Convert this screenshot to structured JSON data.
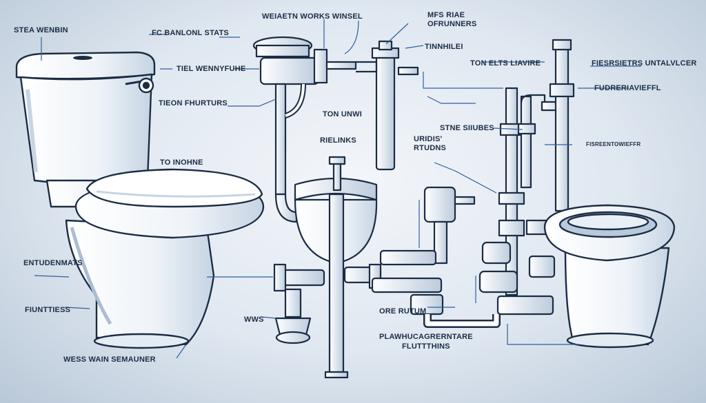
{
  "labels": [
    {
      "id": "l1",
      "text": "STEA WENBIN"
    },
    {
      "id": "l2",
      "text": "FC BANLONL STATS"
    },
    {
      "id": "l3",
      "text": "WEIAETN WORKS WINSEL"
    },
    {
      "id": "l4",
      "text": "MFS RIAE\nOFRUNNERS"
    },
    {
      "id": "l5",
      "text": "TINNHILEI"
    },
    {
      "id": "l6",
      "text": "TIEL WENNYFUHE"
    },
    {
      "id": "l7",
      "text": "TON ELTS LIAVIRE"
    },
    {
      "id": "l8",
      "text": "FIESRSIETRS UNTALVLCER"
    },
    {
      "id": "l9",
      "text": "FUDRERIAVIEFFL"
    },
    {
      "id": "l10",
      "text": "TIEON FHURTURS"
    },
    {
      "id": "l11",
      "text": "TON UNWI"
    },
    {
      "id": "l12",
      "text": "STNE SIIUBES"
    },
    {
      "id": "l13",
      "text": "RIELINKS"
    },
    {
      "id": "l14",
      "text": "URIDIS'\nRTUDNS"
    },
    {
      "id": "l15",
      "text": "FISREENTOWIEFFR"
    },
    {
      "id": "l16",
      "text": "TO INOHNE"
    },
    {
      "id": "l17",
      "text": "ENTUDENMATS"
    },
    {
      "id": "l18",
      "text": "FIUNTTIESS"
    },
    {
      "id": "l19",
      "text": "WWS"
    },
    {
      "id": "l20",
      "text": "ORE RUTUM"
    },
    {
      "id": "l21",
      "text": "PLAWHUCAGRERNTARE\nFLUTTTHINS"
    },
    {
      "id": "l22",
      "text": "WESS WAIN SEMAUNER"
    }
  ],
  "colors": {
    "ink": "#1b2c44",
    "ceramic": "#ffffff",
    "shade": "#c9d6e4",
    "accent": "#2f5f9e"
  }
}
